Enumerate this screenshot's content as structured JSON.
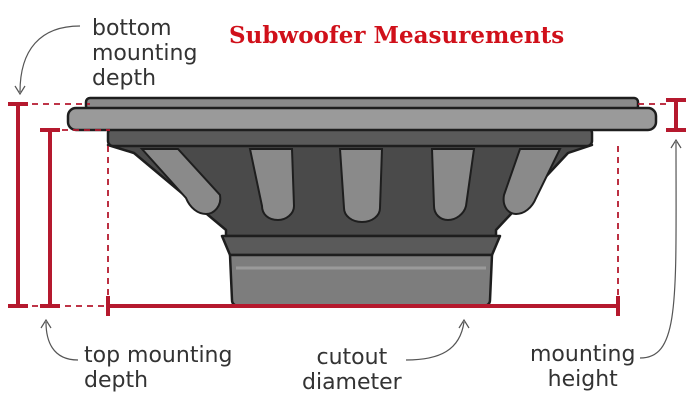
{
  "title": "Subwoofer Measurements",
  "labels": {
    "bottom_mounting_depth": [
      "bottom",
      "mounting",
      "depth"
    ],
    "top_mounting_depth": [
      "top mounting",
      "depth"
    ],
    "cutout_diameter": [
      "cutout",
      "diameter"
    ],
    "mounting_height": [
      "mounting",
      "height"
    ]
  },
  "colors": {
    "accent": "#b5192e",
    "label_text": "#333333",
    "title": "#d0101a",
    "speaker_dark": "#4a4a4a",
    "speaker_mid": "#7d7d7d",
    "speaker_light": "#9a9a9a",
    "outline": "#1e1e1e"
  }
}
